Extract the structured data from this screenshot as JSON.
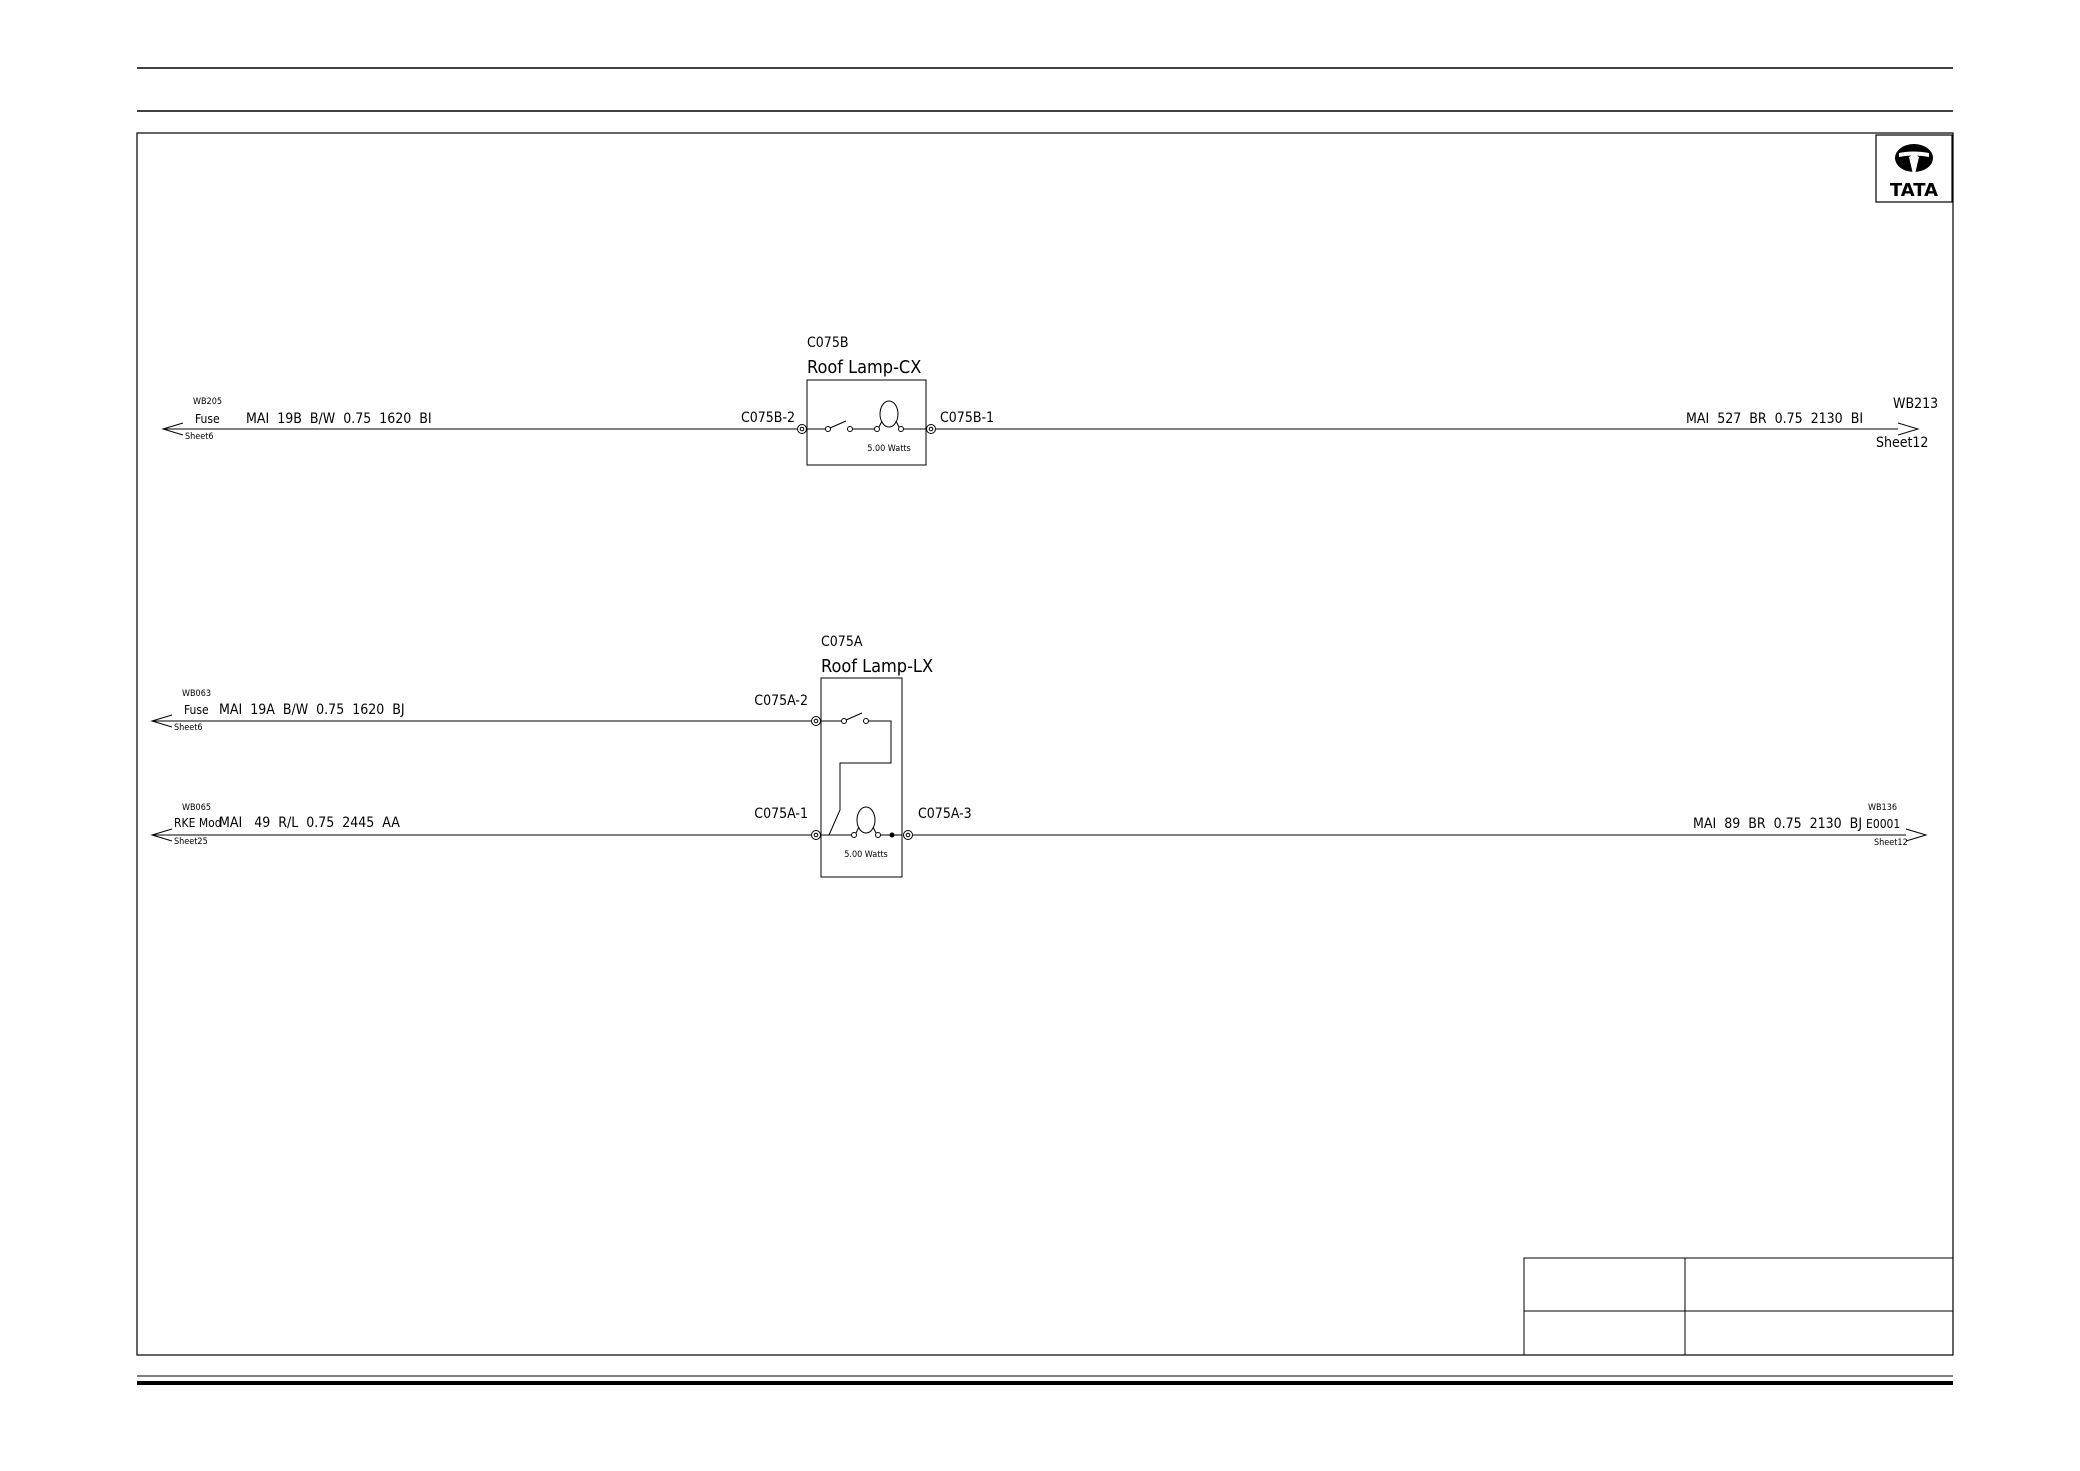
{
  "logo": {
    "text": "TATA"
  },
  "circuit_cx": {
    "component_id": "C075B",
    "component_name": "Roof Lamp-CX",
    "pin_left": "C075B-2",
    "pin_right": "C075B-1",
    "wattage": "5.00 Watts",
    "left_term": {
      "id": "WB205",
      "label": "Fuse",
      "sheet": "Sheet6"
    },
    "left_wire": "MAI  19B  B/W  0.75  1620  BI",
    "right_term": {
      "id": "WB213",
      "sheet": "Sheet12"
    },
    "right_wire": "MAI  527  BR  0.75  2130  BI"
  },
  "circuit_lx": {
    "component_id": "C075A",
    "component_name": "Roof Lamp-LX",
    "pin_top": "C075A-2",
    "pin_left": "C075A-1",
    "pin_right": "C075A-3",
    "wattage": "5.00 Watts",
    "top_term": {
      "id": "WB063",
      "label": "Fuse",
      "sheet": "Sheet6"
    },
    "top_wire": "MAI  19A  B/W  0.75  1620  BJ",
    "bottom_term": {
      "id": "WB065",
      "label": "RKE Mod",
      "sheet": "Sheet25"
    },
    "bottom_wire": "MAI   49  R/L  0.75  2445  AA",
    "right_term": {
      "id": "WB136",
      "label": "E0001",
      "sheet": "Sheet12"
    },
    "right_wire": "MAI  89  BR  0.75  2130  BJ"
  }
}
